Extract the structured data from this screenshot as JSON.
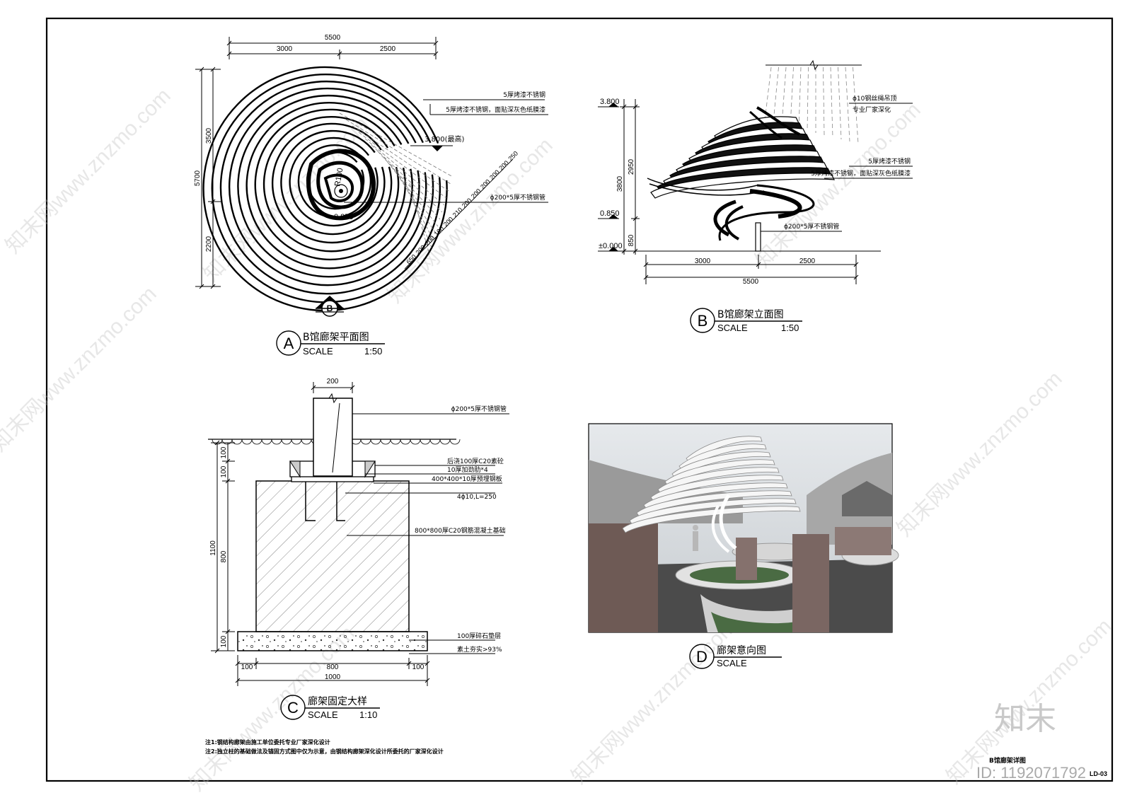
{
  "sheet": {
    "title": "B馆廊架详图",
    "number": "LD-03",
    "logo": "知末",
    "id_text": "ID: 1192071792",
    "watermark": "知末网www.znzmo.com",
    "notes": [
      "注1:钢结构廊架由施工单位委托专业厂家深化设计",
      "注2:独立柱的基础做法及锚固方式图中仅为示意，由钢结构廊架深化设计所委托的厂家深化设计"
    ]
  },
  "plan": {
    "marker": "A",
    "title": "B馆廊架平面图",
    "scale_label": "SCALE",
    "scale": "1:50",
    "section_marker": "B",
    "dims": {
      "total_w": "5500",
      "w1": "3000",
      "w2": "2500",
      "total_h": "5700",
      "h1": "3500",
      "h2": "2200"
    },
    "labels": {
      "steel1": "5厚烤漆不锈钢",
      "steel2": "5厚烤漆不锈钢，面贴深灰色纸膜漆",
      "level_top": "3.800(最高)",
      "radius": "R100",
      "level_bottom": "0.850",
      "pipe": "ϕ200*5厚不锈钢管"
    },
    "spacing": [
      "650",
      "200",
      "200",
      "190",
      "200",
      "210",
      "200",
      "200",
      "200",
      "200",
      "200",
      "250"
    ]
  },
  "elevation": {
    "marker": "B",
    "title": "B馆廊架立面图",
    "scale_label": "SCALE",
    "scale": "1:50",
    "levels": {
      "top": "3.800",
      "mid": "0.850",
      "ground": "±0.000"
    },
    "dims": {
      "v_total": "3800",
      "v_upper": "2950",
      "v_lower": "850",
      "w1": "3000",
      "w2": "2500",
      "total_w": "5500"
    },
    "labels": {
      "cable": "ϕ10钢丝绳吊顶",
      "cable2": "专业厂家深化",
      "steel1": "5厚烤漆不锈钢",
      "steel2": "5厚烤漆不锈钢，面贴深灰色纸膜漆",
      "pipe": "ϕ200*5厚不锈钢管"
    }
  },
  "detail": {
    "marker": "C",
    "title": "廊架固定大样",
    "scale_label": "SCALE",
    "scale": "1:10",
    "dims": {
      "top_w": "200",
      "v_cap": "100",
      "v_plate": "100",
      "v_total": "1100",
      "v_block": "800",
      "v_base": "100",
      "b1": "100",
      "b2": "800",
      "b3": "100",
      "b_total": "1000"
    },
    "labels": {
      "pipe": "ϕ200*5厚不锈钢管",
      "grout": "后浇100厚C20素砼",
      "rib": "10厚加劲肋*4",
      "plate": "400*400*10厚预埋钢板",
      "bolt": "4ϕ10,L=250",
      "footing": "800*800厚C20钢筋混凝土基础",
      "cushion": "100厚碎石垫层",
      "soil": "素土夯实>93%"
    }
  },
  "render": {
    "marker": "D",
    "title": "廊架意向图",
    "scale_label": "SCALE"
  }
}
